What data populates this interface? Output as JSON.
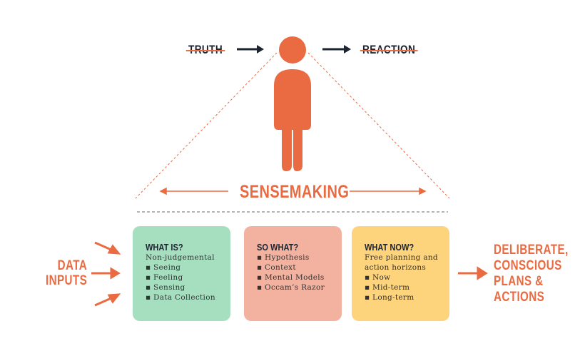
{
  "top": {
    "left_label": "TRUTH",
    "right_label": "REACTION"
  },
  "center_label": "SENSEMAKING",
  "inputs_label": [
    "DATA",
    "INPUTS"
  ],
  "output_label": [
    "DELIBERATE,",
    "CONSCIOUS",
    "PLANS &",
    "ACTIONS"
  ],
  "boxes": [
    {
      "title": "WHAT IS?",
      "color": "#a6dfc0",
      "lines": [
        "Non-judgemental",
        "▪ Seeing",
        "▪ Feeling",
        "▪ Sensing",
        "▪ Data Collection"
      ]
    },
    {
      "title": "SO WHAT?",
      "color": "#f3b29f",
      "lines": [
        "▪ Hypothesis",
        "▪ Context",
        "▪ Mental Models",
        "▪ Occam’s Razor"
      ]
    },
    {
      "title": "WHAT NOW?",
      "color": "#fdd37c",
      "lines": [
        "Free planning and",
        "action horizons",
        "▪ Now",
        "▪ Mid-term",
        "▪ Long-term"
      ]
    }
  ],
  "colors": {
    "accent": "#ea6a41",
    "dark": "#1c2430"
  }
}
